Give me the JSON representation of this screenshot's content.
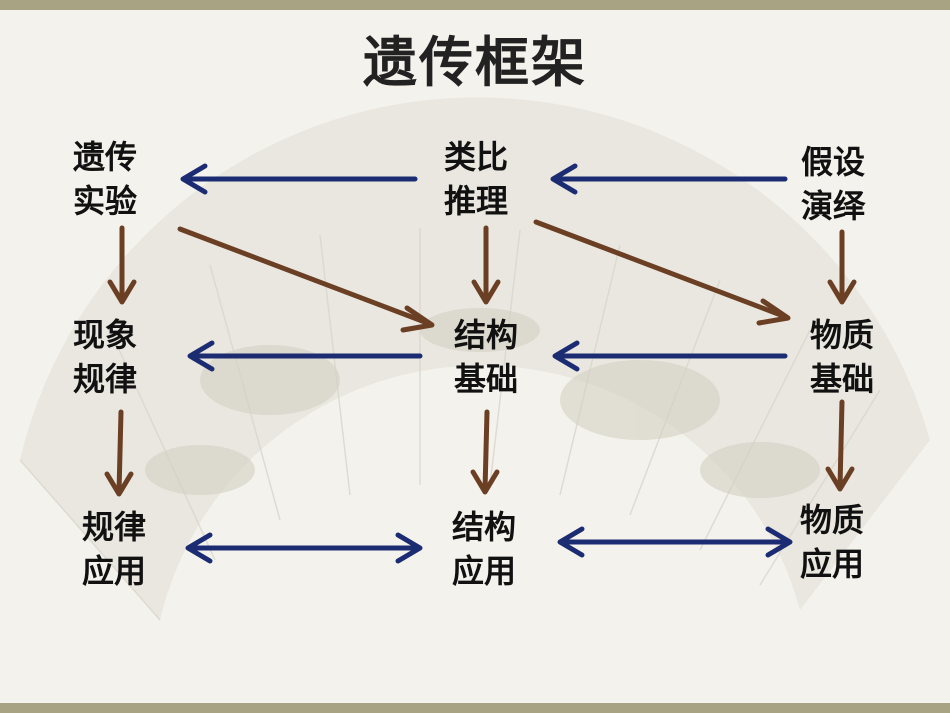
{
  "title": "遗传框架",
  "colors": {
    "top_bar": "#a7a383",
    "bottom_bar": "#a7a383",
    "blue_arrow": "#1c2c72",
    "brown_arrow": "#6b3f24",
    "background": "#f4f2ec"
  },
  "nodes": {
    "genetic_experiment": [
      "遗传",
      "实验"
    ],
    "analogy_reasoning": [
      "类比",
      "推理"
    ],
    "hypothesis_deduction": [
      "假设",
      "演绎"
    ],
    "phenomenon_law": [
      "现象",
      "规律"
    ],
    "structure_basis": [
      "结构",
      "基础"
    ],
    "material_basis": [
      "物质",
      "基础"
    ],
    "law_application": [
      "规律",
      "应用"
    ],
    "structure_application": [
      "结构",
      "应用"
    ],
    "material_application": [
      "物质",
      "应用"
    ]
  }
}
